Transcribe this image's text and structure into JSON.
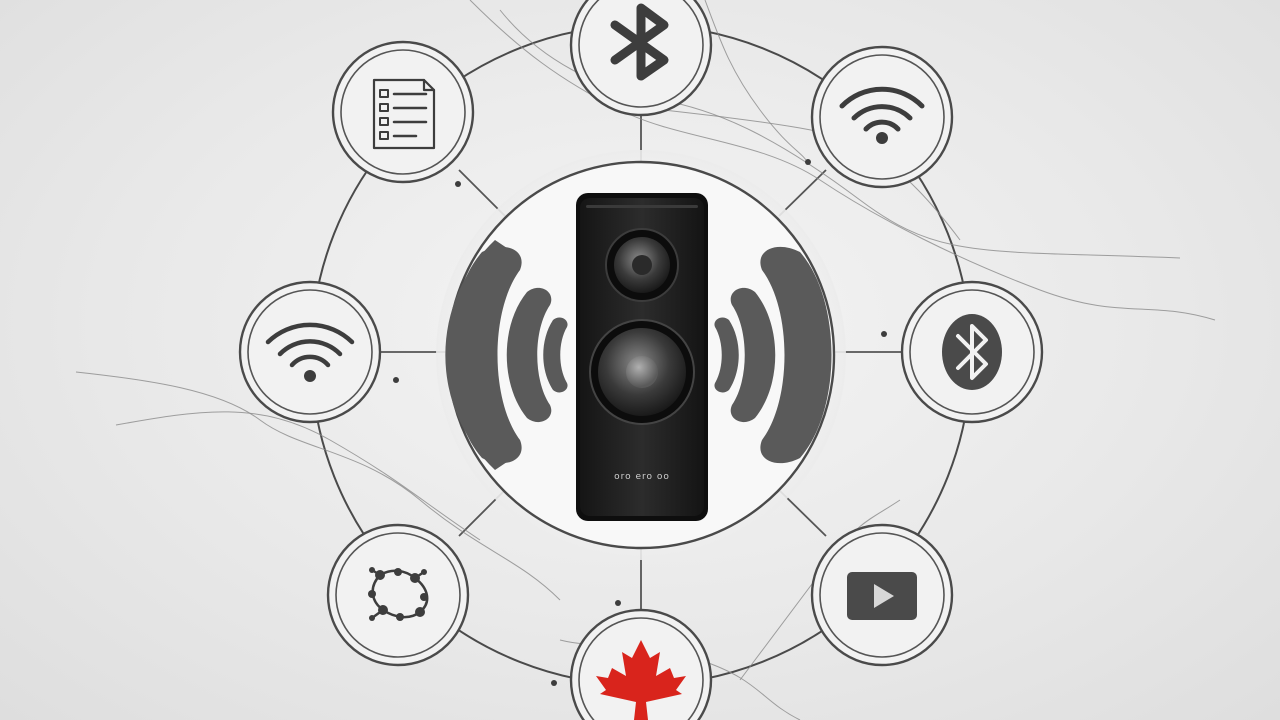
{
  "hub": {
    "speaker_label": "oro ero oo"
  },
  "nodes": [
    {
      "id": "bluetooth-top",
      "icon": "bluetooth-icon"
    },
    {
      "id": "wifi-top-right",
      "icon": "wifi-icon"
    },
    {
      "id": "bluetooth-right",
      "icon": "bluetooth-icon"
    },
    {
      "id": "video-bottom-right",
      "icon": "play-video-icon"
    },
    {
      "id": "maple-leaf-bottom",
      "icon": "maple-leaf-icon",
      "color": "#d9241c"
    },
    {
      "id": "network-bottom-left",
      "icon": "node-network-icon"
    },
    {
      "id": "wifi-left",
      "icon": "wifi-icon"
    },
    {
      "id": "checklist-top-left",
      "icon": "checklist-icon"
    }
  ],
  "colors": {
    "background": "#e9e9e9",
    "line": "#4a4a4a",
    "speaker": "#1c1c1c",
    "sound_waves": "#5a5a5a",
    "accent_red": "#d9241c"
  }
}
